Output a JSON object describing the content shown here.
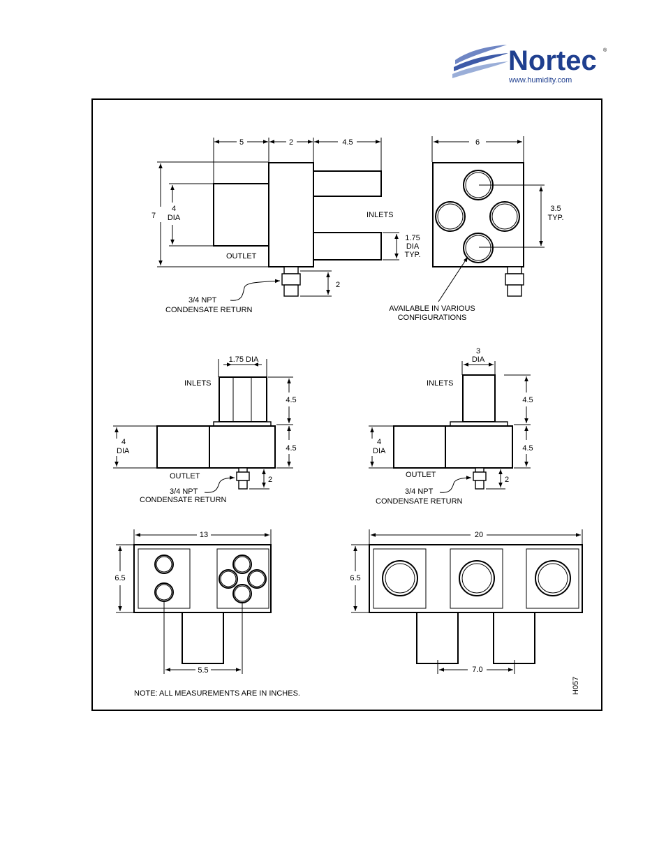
{
  "brand": {
    "name": "Nortec",
    "registered_mark": "®",
    "url": "www.humidity.com",
    "wave_colors": [
      "#6f86c4",
      "#9aaed8",
      "#3d5aa8"
    ],
    "text_color": "#1f3f8f"
  },
  "view_side_4inlet": {
    "dim_outlet_len": "5",
    "dim_body_width": "2",
    "dim_inlet_len": "4.5",
    "dim_height": "7",
    "outlet_dia_value": "4",
    "outlet_dia_unit": "DIA",
    "label_inlets": "INLETS",
    "label_outlet": "OUTLET",
    "inlet_dia_value": "1.75",
    "inlet_dia_unit": "DIA",
    "inlet_dia_typ": "TYP.",
    "dim_condensate": "2",
    "condensate_line1": "3/4 NPT",
    "condensate_line2": "CONDENSATE RETURN"
  },
  "view_front_4inlet": {
    "dim_width": "6",
    "spacing_value": "3.5",
    "spacing_typ": "TYP.",
    "note_line1": "AVAILABLE IN VARIOUS",
    "note_line2": "CONFIGURATIONS"
  },
  "view_top_small": {
    "inlet_dia": "1.75 DIA",
    "label_inlets": "INLETS",
    "dim_inlet_height": "4.5",
    "dim_body_height": "4.5",
    "outlet_dia_value": "4",
    "outlet_dia_unit": "DIA",
    "label_outlet": "OUTLET",
    "dim_condensate": "2",
    "condensate_line1": "3/4 NPT",
    "condensate_line2": "CONDENSATE RETURN"
  },
  "view_top_large": {
    "inlet_dia_value": "3",
    "inlet_dia_unit": "DIA",
    "label_inlets": "INLETS",
    "dim_inlet_height": "4.5",
    "dim_body_height": "4.5",
    "outlet_dia_value": "4",
    "outlet_dia_unit": "DIA",
    "label_outlet": "OUTLET",
    "dim_condensate": "2",
    "condensate_line1": "3/4 NPT",
    "condensate_line2": "CONDENSATE RETURN"
  },
  "view_double": {
    "dim_width": "13",
    "dim_height": "6.5",
    "dim_spacing": "5.5"
  },
  "view_triple": {
    "dim_width": "20",
    "dim_height": "6.5",
    "dim_spacing": "7.0"
  },
  "note": "NOTE: ALL MEASUREMENTS ARE IN INCHES.",
  "drawing_code": "H057"
}
